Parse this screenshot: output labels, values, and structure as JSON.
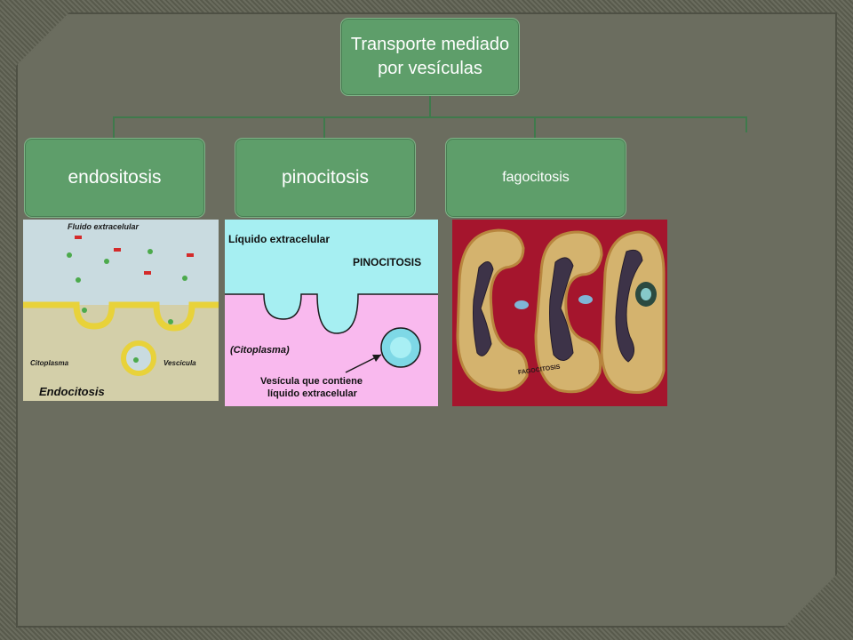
{
  "diagram": {
    "root": {
      "label": "Transporte mediado por vesículas"
    },
    "children": [
      {
        "label": "endositosis"
      },
      {
        "label": "pinocitosis"
      },
      {
        "label": "fagocitosis"
      }
    ]
  },
  "images": {
    "endocitosis": {
      "fluid_label": "Fluido extracelular",
      "cytoplasm_label": "Citoplasma",
      "vesicle_label": "Vescicula",
      "caption": "Endocitosis"
    },
    "pinocitosis": {
      "liquid_label": "Líquido extracelular",
      "title": "PINOCITOSIS",
      "cytoplasm_label": "(Citoplasma)",
      "vesicle_line1": "Vesícula que contiene",
      "vesicle_line2": "líquido extracelular"
    },
    "fagocitosis": {
      "caption": "FAGOCITOSIS"
    }
  },
  "colors": {
    "box_fill": "#5e9e6a",
    "connector": "#3f7a4c",
    "background": "#6b6d5f"
  }
}
